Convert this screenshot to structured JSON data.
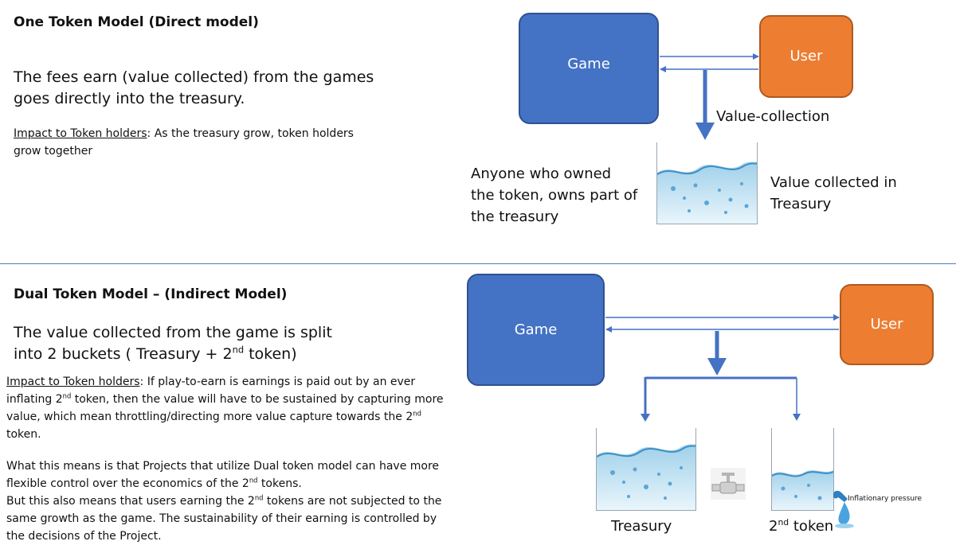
{
  "top": {
    "title": "One Token Model (Direct model)",
    "lead_line1": "The fees earn (value collected) from the games",
    "lead_line2": "goes directly into the treasury.",
    "impact_label": "Impact to Token holders",
    "impact_text": ": As the treasury grow, token holders",
    "impact_text2": "grow together",
    "diagram": {
      "game_label": "Game",
      "user_label": "User",
      "value_collection": "Value-collection",
      "owner_line1": "Anyone who owned",
      "owner_line2": "the token, owns part of",
      "owner_line3": "the treasury",
      "treasury_line1": "Value collected in",
      "treasury_line2": "Treasury"
    }
  },
  "bottom": {
    "title": "Dual Token Model – (Indirect Model)",
    "lead_line1": "The value collected from the game is split",
    "lead_line2_a": "into 2 buckets ( Treasury + 2",
    "lead_sup": "nd",
    "lead_line2_b": " token)",
    "p1": {
      "label": "Impact to Token holders",
      "l1": ": If play-to-earn is earnings is paid out by an ever",
      "l2a": "inflating 2",
      "l2sup": "nd",
      "l2b": " token, then the value will have to be sustained by capturing more",
      "l3a": "value, which mean throttling/directing more value capture towards the 2",
      "l3sup": "nd",
      "l4": "token."
    },
    "p2": {
      "l1": "What this means is that Projects that utilize Dual token model can have more",
      "l2a": "flexible control over the economics of the 2",
      "l2sup": "nd",
      "l2b": " tokens.",
      "l3a": "But this also means that users earning the 2",
      "l3sup": "nd",
      "l3b": " tokens are not subjected to the",
      "l4": "same growth as the game. The sustainability of their earning is controlled by",
      "l5": "the decisions of the Project."
    },
    "diagram": {
      "game_label": "Game",
      "user_label": "User",
      "treasury_label": "Treasury",
      "token_label_a": "2",
      "token_label_sup": "nd",
      "token_label_b": " token",
      "inflation_label": "Inflationary pressure"
    }
  },
  "colors": {
    "game": "#4472c4",
    "user": "#ed7d31",
    "arrow": "#4472c4",
    "divider": "#4a7ebb"
  }
}
